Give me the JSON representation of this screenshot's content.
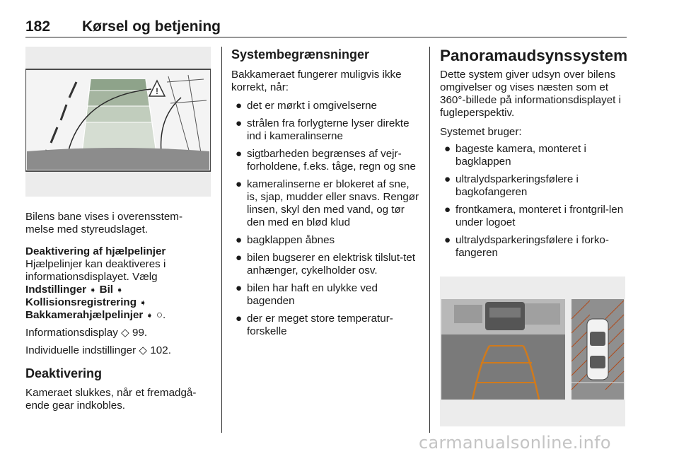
{
  "header": {
    "page_number": "182",
    "title": "Kørsel og betjening"
  },
  "col1": {
    "caption": "Bilens bane vises i overensstem-melse med styreudslaget.",
    "deactivate_guides_heading": "Deaktivering af hjælpelinjer",
    "deactivate_guides_text": "Hjælpelinjer kan deaktiveres i informationsdisplayet. Vælg",
    "menu_1": "Indstillinger",
    "menu_2": "Bil",
    "menu_3": "Kollisionsregistrering",
    "menu_4": "Bakkamerahjælpelinjer",
    "arrow_glyph": "➧",
    "checkbox_glyph": "○",
    "period": ".",
    "ref_infodisplay_label": "Informationsdisplay",
    "ref_infodisplay_page": "99",
    "ref_settings_label": "Individuelle indstillinger",
    "ref_settings_page": "102",
    "ref_glyph": "◇",
    "ref_end": ".",
    "deactivation_heading": "Deaktivering",
    "deactivation_text": "Kameraet slukkes, når et fremadgå-ende gear indkobles."
  },
  "col2": {
    "heading": "Systembegrænsninger",
    "intro": "Bakkameraet fungerer muligvis ikke korrekt, når:",
    "bullet_glyph": "●",
    "bullets": [
      "det er mørkt i omgivelserne",
      "strålen fra forlygterne lyser direkte ind i kameralinserne",
      "sigtbarheden begrænses af vejr-forholdene, f.eks. tåge, regn og sne",
      "kameralinserne er blokeret af sne, is, sjap, mudder eller snavs. Rengør linsen, skyl den med vand, og tør den med en blød klud",
      "bagklappen åbnes",
      "bilen bugserer en elektrisk tilslut-tet anhænger, cykelholder osv.",
      "bilen har haft en ulykke ved bagenden",
      "der er meget store temperatur-forskelle"
    ]
  },
  "col3": {
    "heading": "Panoramaudsynssystem",
    "intro": "Dette system giver udsyn over bilens omgivelser og vises næsten som et 360°-billede på informationsdisplayet i fugleperspektiv.",
    "uses_label": "Systemet bruger:",
    "bullet_glyph": "●",
    "bullets": [
      "bageste kamera, monteret i bagklappen",
      "ultralydsparkeringsfølere i bagkofangeren",
      "frontkamera, monteret i frontgril-len under logoet",
      "ultralydsparkeringsfølere i forko-fangeren"
    ]
  },
  "footer": {
    "watermark": "carmanualsonline.info"
  },
  "warning_glyph": "!"
}
